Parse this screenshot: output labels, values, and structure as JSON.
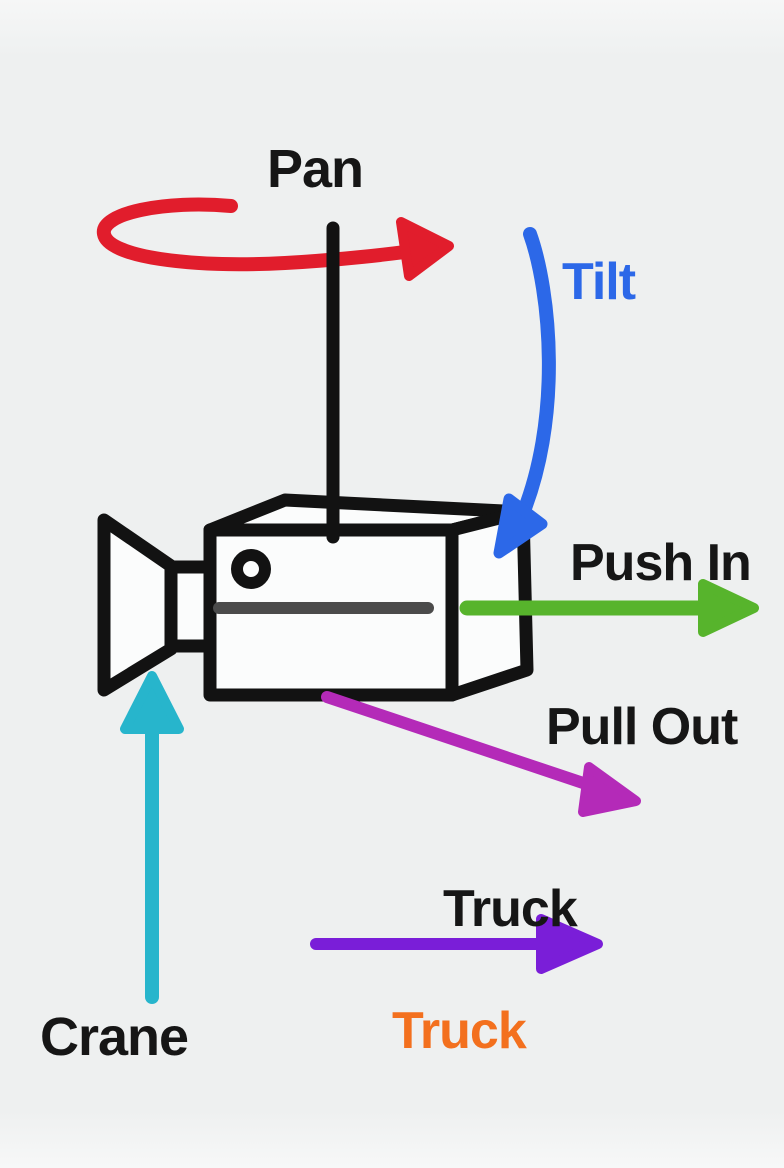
{
  "figure": {
    "title": "Camera movement diagram",
    "description": "Line-art video camera with labeled motion arrows"
  },
  "labels": {
    "pan": {
      "text": "Pan",
      "color": "#161616"
    },
    "tilt": {
      "text": "Tilt",
      "color": "#2c68e8"
    },
    "push_in": {
      "text": "Push In",
      "color": "#161616"
    },
    "pull_out": {
      "text": "Pull Out",
      "color": "#161616"
    },
    "truck_upper": {
      "text": "Truck",
      "color": "#161616"
    },
    "truck_lower": {
      "text": "Truck",
      "color": "#f3701e"
    },
    "crane": {
      "text": "Crane",
      "color": "#161616"
    }
  },
  "colors": {
    "pan_red": "#e11d2c",
    "tilt_blue": "#2c68e8",
    "push_in_green": "#57b42c",
    "pull_out_magenta": "#b42ab8",
    "truck_purple": "#7a1ed8",
    "crane_cyan": "#27b5cc",
    "truck_orange": "#f3701e",
    "ink": "#121212",
    "camera_fill": "#fbfcfc",
    "lens_slot_gray": "#4b4b4b",
    "background": "#eef0f0"
  },
  "arrows": [
    {
      "name": "pan",
      "motion": "horizontal rotation around vertical axis"
    },
    {
      "name": "tilt",
      "motion": "vertical rotation, curve down toward camera"
    },
    {
      "name": "push-in",
      "motion": "straight right, toward subject"
    },
    {
      "name": "pull-out",
      "motion": "diagonal down-right, away from subject"
    },
    {
      "name": "truck",
      "motion": "straight right, lateral move"
    },
    {
      "name": "crane",
      "motion": "straight up, vertical lift"
    }
  ]
}
